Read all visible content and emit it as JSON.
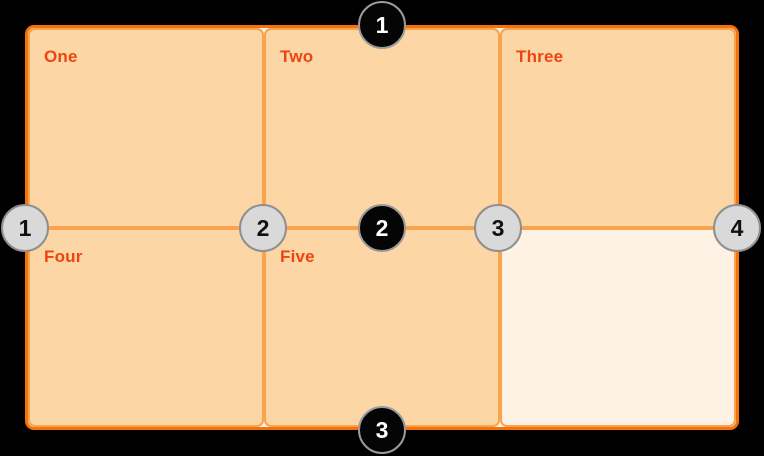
{
  "colors": {
    "page-bg": "#000000",
    "grid-outer-border": "#f5720b",
    "grid-line": "#f9a34e",
    "cell-bg": "#fcd7a5",
    "empty-cell-bg": "#fdf2e3",
    "cell-label": "#ee4412",
    "column-marker-bg": "#d9d9d9",
    "column-marker-border": "#8f8f8f",
    "column-marker-text": "#111111",
    "row-marker-bg": "#050505",
    "row-marker-border": "#9b9b9b",
    "row-marker-text": "#ffffff"
  },
  "grid": {
    "cells": [
      {
        "label": "One"
      },
      {
        "label": "Two"
      },
      {
        "label": "Three"
      },
      {
        "label": "Four"
      },
      {
        "label": "Five"
      },
      {
        "label": ""
      }
    ]
  },
  "row_lines": [
    {
      "number": "1"
    },
    {
      "number": "2"
    },
    {
      "number": "3"
    }
  ],
  "column_lines": [
    {
      "number": "1"
    },
    {
      "number": "2"
    },
    {
      "number": "3"
    },
    {
      "number": "4"
    }
  ]
}
